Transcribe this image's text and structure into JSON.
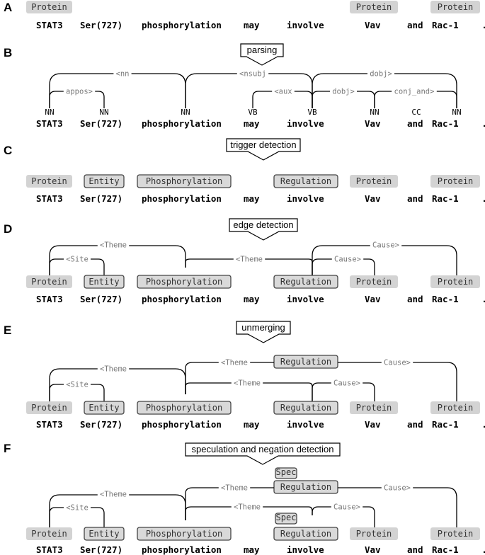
{
  "words": [
    "STAT3",
    "Ser(727)",
    "phosphorylation",
    "may",
    "involve",
    "Vav",
    "and",
    "Rac-1",
    "."
  ],
  "pos_tags": [
    "NN",
    "NN",
    "NN",
    "VB",
    "VB",
    "NN",
    "CC",
    "NN"
  ],
  "panels": {
    "A": {
      "letter": "A",
      "entities": [
        {
          "label": "Protein",
          "word": 0
        },
        {
          "label": "Protein",
          "word": 5
        },
        {
          "label": "Protein",
          "word": 7
        }
      ]
    },
    "B": {
      "letter": "B",
      "step": "parsing",
      "deps": [
        {
          "label": "<nn"
        },
        {
          "label": "<nsubj"
        },
        {
          "label": "dobj>"
        },
        {
          "label": "appos>"
        },
        {
          "label": "<aux"
        },
        {
          "label": "dobj>"
        },
        {
          "label": "conj_and>"
        }
      ]
    },
    "C": {
      "letter": "C",
      "step": "trigger detection",
      "entities": [
        {
          "label": "Protein"
        },
        {
          "label": "Entity"
        },
        {
          "label": "Phosphorylation"
        },
        {
          "label": "Regulation"
        },
        {
          "label": "Protein"
        },
        {
          "label": "Protein"
        }
      ]
    },
    "D": {
      "letter": "D",
      "step": "edge detection",
      "entities": [
        {
          "label": "Protein"
        },
        {
          "label": "Entity"
        },
        {
          "label": "Phosphorylation"
        },
        {
          "label": "Regulation"
        },
        {
          "label": "Protein"
        },
        {
          "label": "Protein"
        }
      ],
      "edges": [
        {
          "label": "<Theme"
        },
        {
          "label": "<Site"
        },
        {
          "label": "<Theme"
        },
        {
          "label": "Cause>"
        },
        {
          "label": "Cause>"
        }
      ]
    },
    "E": {
      "letter": "E",
      "step": "unmerging",
      "float_node": "Regulation",
      "entities": [
        {
          "label": "Protein"
        },
        {
          "label": "Entity"
        },
        {
          "label": "Phosphorylation"
        },
        {
          "label": "Regulation"
        },
        {
          "label": "Protein"
        },
        {
          "label": "Protein"
        }
      ],
      "edges": [
        {
          "label": "<Theme"
        },
        {
          "label": "<Site"
        },
        {
          "label": "<Theme"
        },
        {
          "label": "Cause>"
        },
        {
          "label": "<Theme"
        },
        {
          "label": "Cause>"
        }
      ]
    },
    "F": {
      "letter": "F",
      "step": "speculation and negation detection",
      "float_node": "Regulation",
      "spec_label": "Spec",
      "entities": [
        {
          "label": "Protein"
        },
        {
          "label": "Entity"
        },
        {
          "label": "Phosphorylation"
        },
        {
          "label": "Regulation"
        },
        {
          "label": "Protein"
        },
        {
          "label": "Protein"
        }
      ],
      "edges": [
        {
          "label": "<Theme"
        },
        {
          "label": "<Site"
        },
        {
          "label": "<Theme"
        },
        {
          "label": "Cause>"
        },
        {
          "label": "<Theme"
        },
        {
          "label": "Cause>"
        }
      ]
    }
  },
  "colors": {
    "protein_fill": "#d3d3d3",
    "trigger_fill": "#d9d9d9",
    "trigger_stroke": "#444444",
    "edge_label": "#777777"
  }
}
